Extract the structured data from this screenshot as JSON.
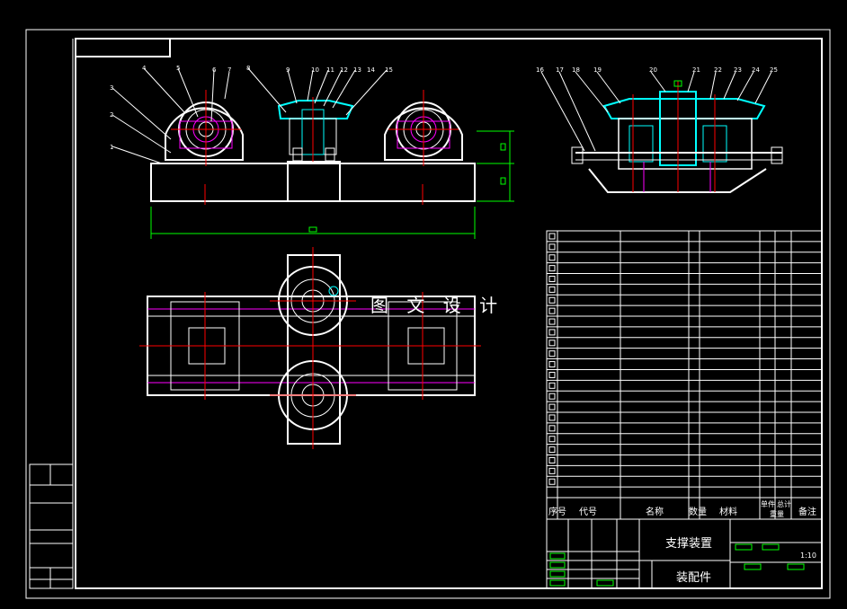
{
  "watermark": "图 文 设 计",
  "title_block": {
    "assembly_title": "支撑装置",
    "drawing_type": "装配件",
    "scale": "1:10"
  },
  "bom_header": {
    "seq": "序号",
    "code": "代号",
    "name": "名称",
    "qty": "数量",
    "material": "材料",
    "weight_single": "单件",
    "weight_total": "总计",
    "weight_label": "重量",
    "remark": "备注"
  },
  "balloons_front": [
    "1",
    "2",
    "3",
    "4",
    "5",
    "6",
    "7",
    "8",
    "9",
    "10",
    "11",
    "12",
    "13",
    "14",
    "15"
  ],
  "balloons_side": [
    "16",
    "17",
    "18",
    "19",
    "20",
    "21",
    "22",
    "23",
    "24",
    "25"
  ],
  "colors": {
    "background": "#000000",
    "outline": "#ffffff",
    "section": "#00ffff",
    "centerline": "#ff0000",
    "hidden": "#ff00ff",
    "dimension": "#00ff00"
  }
}
